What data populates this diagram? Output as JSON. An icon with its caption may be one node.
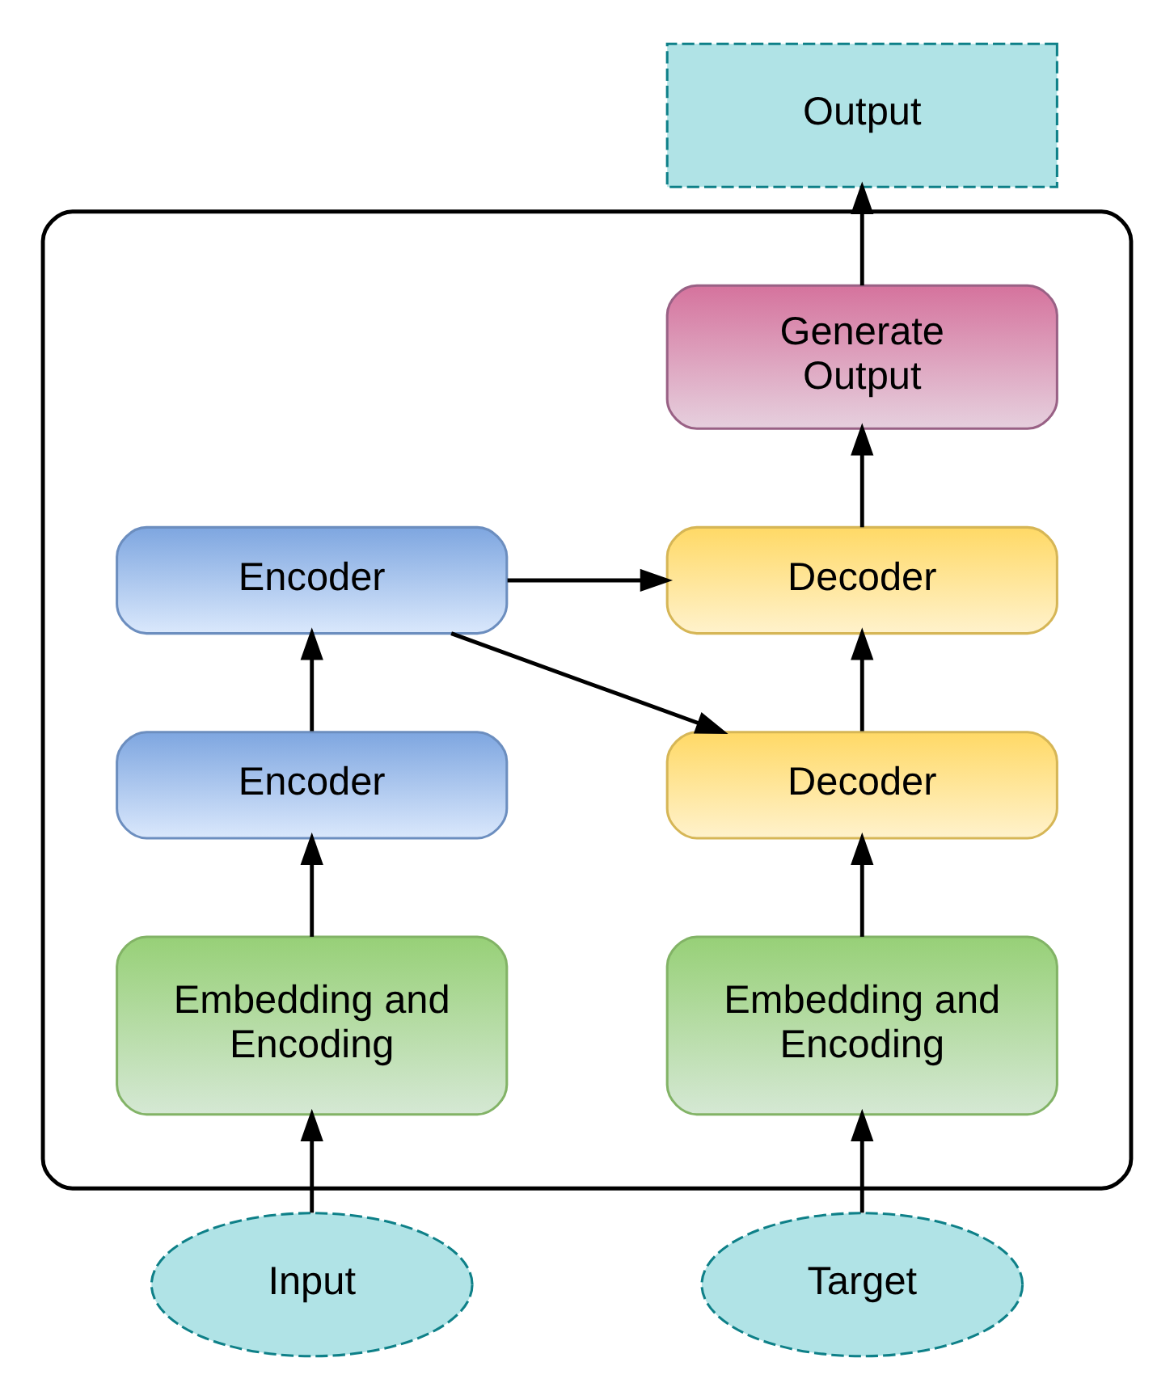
{
  "diagram": {
    "nodes": [
      {
        "text": [
          "Output"
        ]
      },
      {
        "text": [],
        "shape": "box"
      },
      {
        "text": [
          "Generate Output"
        ],
        "in": 1
      },
      {
        "text": [
          "Encoder"
        ],
        "in": 1
      },
      {
        "text": [
          "Decoder"
        ],
        "in": 1
      },
      {
        "text": [
          "Encoder"
        ],
        "in": 1
      },
      {
        "text": [
          "Decoder"
        ],
        "in": 1
      },
      {
        "text": [
          "Embedding and Encoding"
        ],
        "in": 1
      },
      {
        "text": [
          "Embedding and Encoding"
        ],
        "in": 1
      },
      {
        "text": [
          "Input"
        ]
      },
      {
        "text": [
          "Target"
        ]
      }
    ],
    "edges": [
      {
        "from": 9,
        "to": 7,
        "arrow": "to"
      },
      {
        "from": 10,
        "to": 8,
        "arrow": "to"
      },
      {
        "from": 7,
        "to": 5,
        "arrow": "to"
      },
      {
        "from": 5,
        "to": 3,
        "arrow": "to"
      },
      {
        "from": 8,
        "to": 6,
        "arrow": "to"
      },
      {
        "from": 6,
        "to": 4,
        "arrow": "to"
      },
      {
        "from": 3,
        "to": 4,
        "arrow": "to"
      },
      {
        "from": 3,
        "to": 6,
        "arrow": "to"
      },
      {
        "from": 4,
        "to": 2,
        "arrow": "to"
      },
      {
        "from": 2,
        "to": 0,
        "arrow": "to"
      }
    ]
  }
}
